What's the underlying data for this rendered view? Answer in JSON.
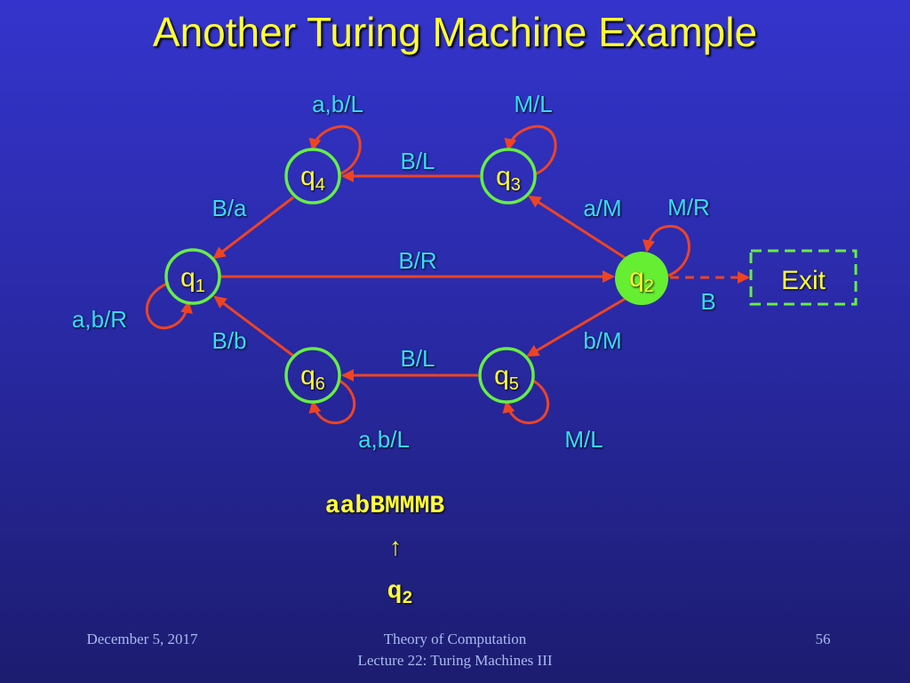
{
  "title": "Another Turing Machine Example",
  "states": {
    "q1": "1",
    "q2": "2",
    "q3": "3",
    "q4": "4",
    "q5": "5",
    "q6": "6",
    "prefix": "q"
  },
  "exit_label": "Exit",
  "edges": {
    "q1_q2": "B/R",
    "q3_q4": "B/L",
    "q4_q1": "B/a",
    "q2_q3": "a/M",
    "q2_q5": "b/M",
    "q5_q6": "B/L",
    "q6_q1": "B/b",
    "q2_exit": "B",
    "loop_q1": "a,b/R",
    "loop_q2": "M/R",
    "loop_q3": "M/L",
    "loop_q4": "a,b/L",
    "loop_q5": "M/L",
    "loop_q6": "a,b/L"
  },
  "tape": {
    "content": "aabBMMMB",
    "arrow": "↑",
    "head_state": "q",
    "head_state_sub": "2"
  },
  "footer": {
    "date": "December 5, 2017",
    "course": "Theory of Computation",
    "lecture": "Lecture 22: Turing Machines III",
    "page": "56"
  },
  "colors": {
    "title": "#ffff33",
    "label": "#33ddff",
    "edge": "#ee4422",
    "node": "#66ee44",
    "current": "#66ee33"
  }
}
